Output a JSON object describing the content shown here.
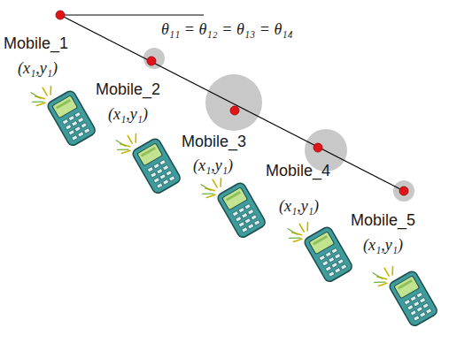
{
  "diagram": {
    "labels": [
      "θ₁₁ = θ₁₂ = θ₁₃ = θ₁₄",
      "Mobile_1",
      "(x₁,y₁)",
      "Mobile_2",
      "(x₁,y₁)",
      "Mobile_3",
      "(x₁,y₁)",
      "Mobile_4",
      "(x₁,y₁)",
      "Mobile_5",
      "(x₁,y₁)"
    ]
  }
}
